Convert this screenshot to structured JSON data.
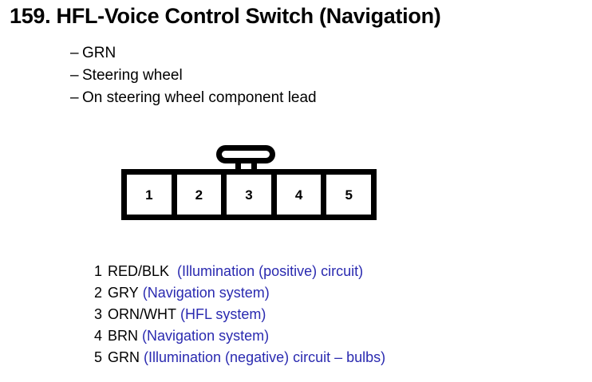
{
  "page": {
    "background_color": "#ffffff",
    "ink_color": "#000000",
    "accent_color": "#2a2ab0"
  },
  "title": "159. HFL-Voice Control Switch (Navigation)",
  "spec_list": {
    "dash": "–",
    "items": [
      "GRN",
      "Steering wheel",
      "On steering wheel component lead"
    ]
  },
  "connector": {
    "name": "5-cavity-connector",
    "tab_icon": "locking-tab-icon",
    "cavity_count": 5,
    "cavities": [
      {
        "number": "1"
      },
      {
        "number": "2"
      },
      {
        "number": "3"
      },
      {
        "number": "4"
      },
      {
        "number": "5"
      }
    ]
  },
  "pin_legend": [
    {
      "number": "1",
      "wire_color": "RED/BLK",
      "description": "(Illumination (positive) circuit)"
    },
    {
      "number": "2",
      "wire_color": "GRY",
      "description": "(Navigation system)"
    },
    {
      "number": "3",
      "wire_color": "ORN/WHT",
      "description": "(HFL system)"
    },
    {
      "number": "4",
      "wire_color": "BRN",
      "description": "(Navigation system)"
    },
    {
      "number": "5",
      "wire_color": "GRN",
      "description": "(Illumination (negative) circuit – bulbs)"
    }
  ]
}
